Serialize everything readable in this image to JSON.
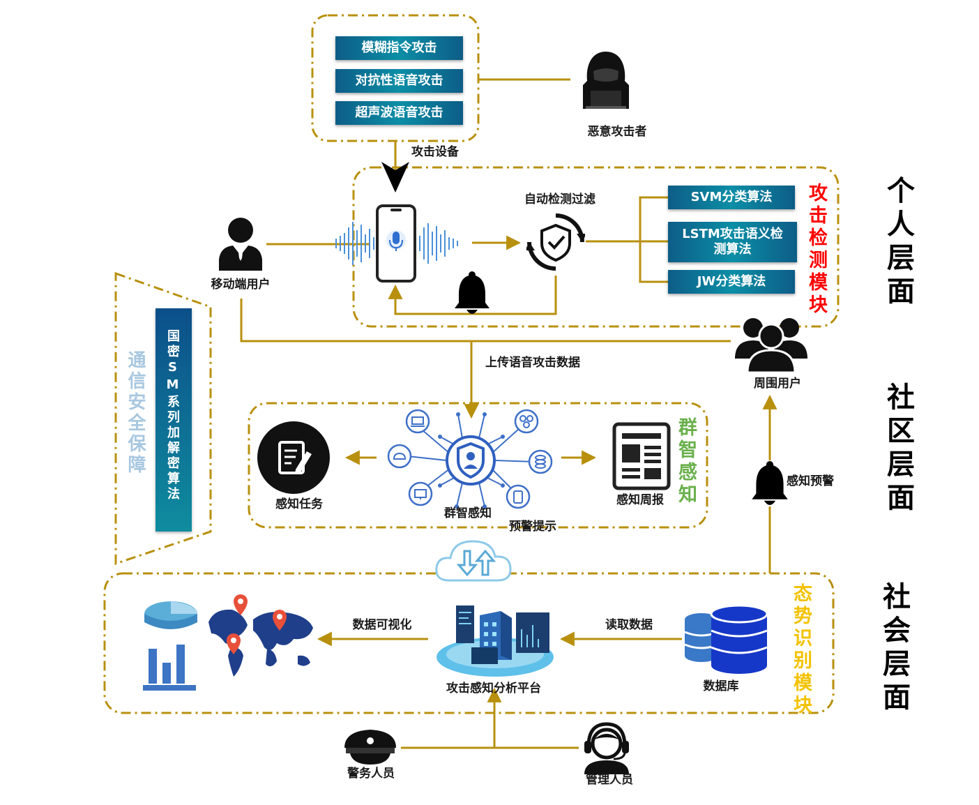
{
  "attack_methods": [
    "模糊指令攻击",
    "对抗性语音攻击",
    "超声波语音攻击"
  ],
  "detection_algorithms": [
    "SVM分类算法",
    "LSTM攻击语义检测算法",
    "JW分类算法"
  ],
  "labels": {
    "attacker": "恶意攻击者",
    "attack_device": "攻击设备",
    "auto_detect": "自动检测过滤",
    "mobile_user": "移动端用户",
    "nearby_users": "周围用户",
    "upload_data": "上传语音攻击数据",
    "sensing_task": "感知任务",
    "crowd_sensing": "群智感知",
    "warning_hint": "预警提示",
    "sensing_weekly": "感知周报",
    "sensing_warning": "感知预警",
    "data_visualization": "数据可视化",
    "read_data": "读取数据",
    "analysis_platform": "攻击感知分析平台",
    "database": "数据库",
    "police": "警务人员",
    "admin": "管理人员"
  },
  "modules": {
    "attack_detection": "攻击检测模块",
    "crowd_sensing": "群智感知",
    "situation_recognition": "态势识别模块",
    "comm_security": "通信安全保障",
    "sm_crypto": "国密SM系列加解密算法"
  },
  "layers": {
    "personal": "个人层面",
    "community": "社区层面",
    "society": "社会层面"
  },
  "colors": {
    "gold": "#b8900e",
    "red": "#ff0000",
    "green": "#6ab04c",
    "yellow": "#f2c200",
    "light_blue": "#a8c7e0",
    "teal": "#0d6f8f"
  }
}
